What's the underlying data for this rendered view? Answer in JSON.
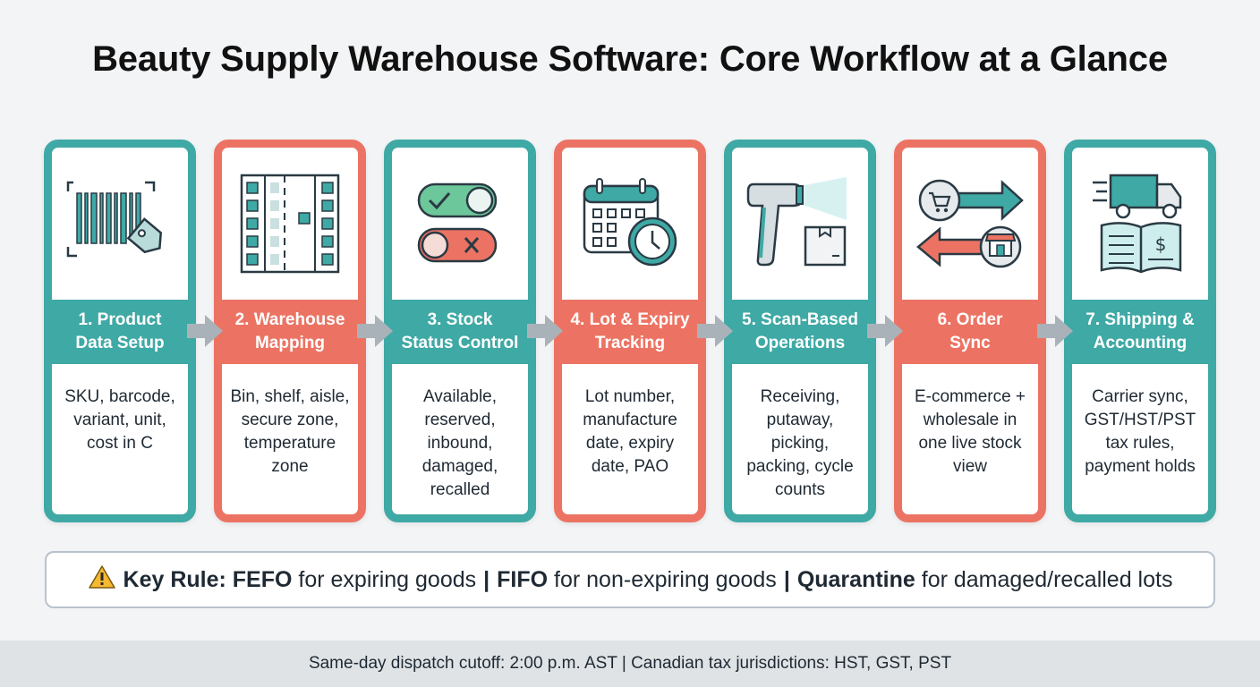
{
  "title": "Beauty Supply Warehouse Software: Core Workflow at a Glance",
  "colors": {
    "teal": "#3fa9a5",
    "coral": "#ec7363",
    "arrow": "#a9b2b8"
  },
  "steps": [
    {
      "line1": "1. Product",
      "line2": "Data Setup",
      "desc": "SKU, barcode, variant, unit, cost in C",
      "icon": "barcode-tag-icon"
    },
    {
      "line1": "2. Warehouse",
      "line2": "Mapping",
      "desc": "Bin, shelf, aisle, secure zone, temperature zone",
      "icon": "warehouse-layout-icon"
    },
    {
      "line1": "3. Stock",
      "line2": "Status Control",
      "desc": "Available, reserved, inbound, damaged, recalled",
      "icon": "status-toggle-icon"
    },
    {
      "line1": "4. Lot & Expiry",
      "line2": "Tracking",
      "desc": "Lot number, manufacture date, expiry date, PAO",
      "icon": "calendar-clock-icon"
    },
    {
      "line1": "5. Scan-Based",
      "line2": "Operations",
      "desc": "Receiving, putaway, picking, packing, cycle counts",
      "icon": "scanner-box-icon"
    },
    {
      "line1": "6. Order",
      "line2": "Sync",
      "desc": "E-commerce + wholesale in one live stock view",
      "icon": "cart-store-sync-icon"
    },
    {
      "line1": "7. Shipping &",
      "line2": "Accounting",
      "desc": "Carrier sync, GST/HST/PST tax rules, payment holds",
      "icon": "truck-ledger-icon"
    }
  ],
  "rule": {
    "label": "Key Rule:",
    "fefo": "FEFO",
    "fefo_text": "for expiring goods",
    "fifo": "FIFO",
    "fifo_text": "for non-expiring goods",
    "quarantine": "Quarantine",
    "quarantine_text": "for damaged/recalled lots",
    "separator": "|"
  },
  "footer": "Same-day dispatch cutoff: 2:00 p.m. AST | Canadian tax jurisdictions: HST, GST, PST"
}
